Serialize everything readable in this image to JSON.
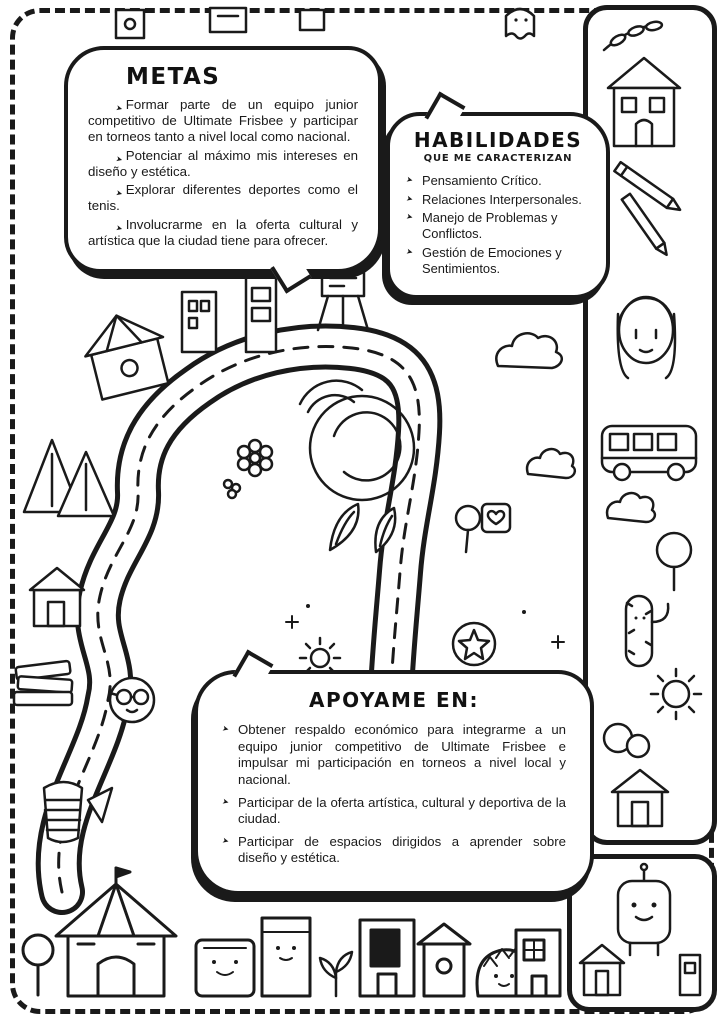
{
  "colors": {
    "ink": "#1a1a1a",
    "paper": "#ffffff"
  },
  "icons": {
    "arrow_bullet": "➤"
  },
  "bubbles": {
    "metas": {
      "title": "METAS",
      "items": [
        "Formar parte de un equipo junior competitivo de Ultimate Frisbee y participar en torneos tanto a nivel local como nacional.",
        "Potenciar al máximo mis intereses en diseño y estética.",
        "Explorar diferentes deportes como el tenis.",
        "Involucrarme en la oferta cultural y artística que la ciudad tiene para ofrecer."
      ]
    },
    "habilidades": {
      "title": "HABILIDADES",
      "subtitle": "QUE ME CARACTERIZAN",
      "items": [
        "Pensamiento Crítico.",
        "Relaciones Interpersonales.",
        "Manejo de Problemas y Conflictos.",
        "Gestión de Emociones y Sentimientos."
      ]
    },
    "apoyame": {
      "title": "APOYAME EN:",
      "items": [
        "Obtener respaldo económico para integrarme a un equipo junior competitivo de Ultimate Frisbee e impulsar mi participación en torneos a nivel local y nacional.",
        "Participar de la oferta artística, cultural y deportiva de la ciudad.",
        "Participar de espacios dirigidos a aprender sobre diseño y estética."
      ]
    }
  }
}
